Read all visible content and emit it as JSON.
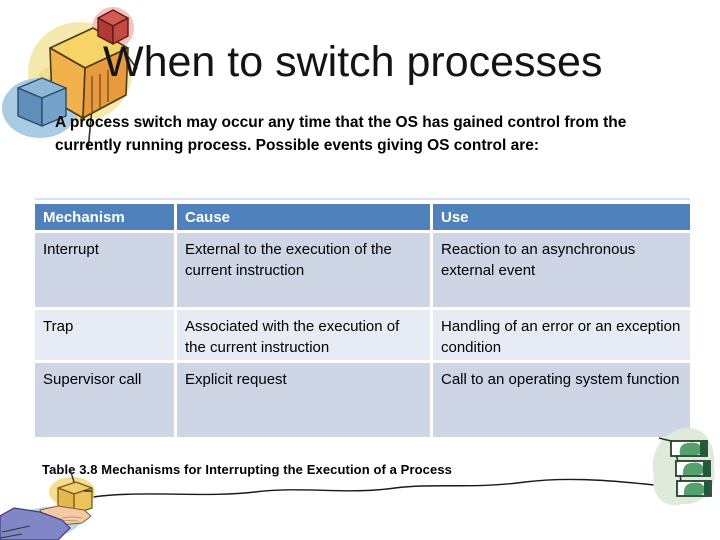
{
  "slide": {
    "title": "When to switch processes",
    "intro": "A process switch may occur any time that the OS has gained control from the currently running process. Possible events giving OS control are:",
    "caption": "Table 3.8 Mechanisms for Interrupting the Execution of a Process"
  },
  "table": {
    "headers": [
      "Mechanism",
      "Cause",
      "Use"
    ],
    "rows": [
      [
        "Interrupt",
        "External to the execution of the current instruction",
        "Reaction to an asynchronous external event"
      ],
      [
        "Trap",
        "Associated with the execution of the current instruction",
        "Handling of an error or an exception condition"
      ],
      [
        "Supervisor call",
        "Explicit request",
        "Call to an operating system function"
      ]
    ]
  },
  "colors": {
    "header_bg": "#4F81BD",
    "header_text": "#FFFFFF",
    "band_dark": "#CED5E5",
    "band_light": "#E7EBF3",
    "body_text": "#000000"
  },
  "icons": {
    "top_left": "box-network-clipart",
    "bottom_left": "hand-holding-box-clipart",
    "bottom_right": "green-stack-clipart",
    "connector": "wavy-line"
  }
}
